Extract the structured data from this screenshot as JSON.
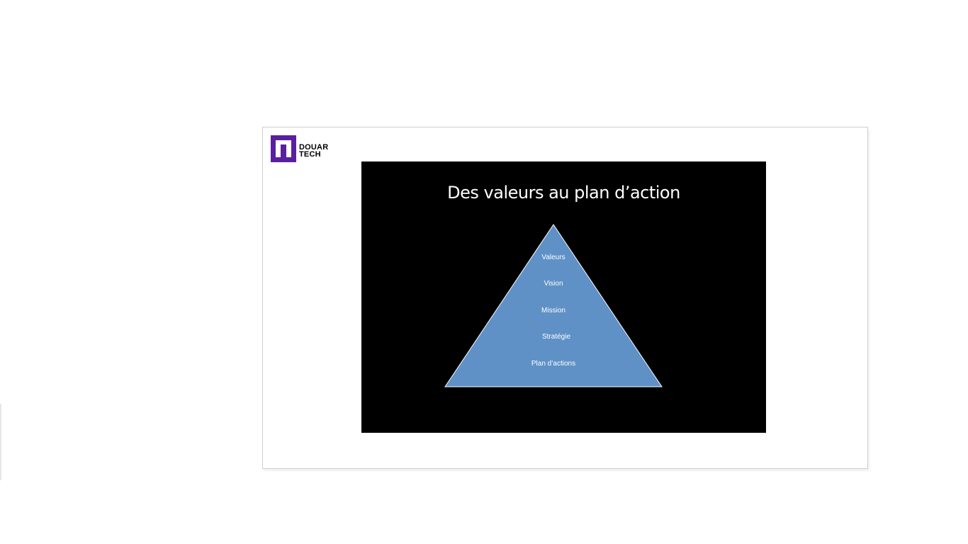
{
  "logo": {
    "line1": "DOUAR",
    "line2": "TECH",
    "color": "#5a1fa0"
  },
  "slide": {
    "title": "Des valeurs au plan d’action",
    "background": "#000000"
  },
  "pyramid": {
    "fill": "#5f91c7",
    "stroke": "#ffffff",
    "levels": [
      "Valeurs",
      "Vision",
      "Mission",
      "Stratégie",
      "Plan d’actions"
    ]
  }
}
